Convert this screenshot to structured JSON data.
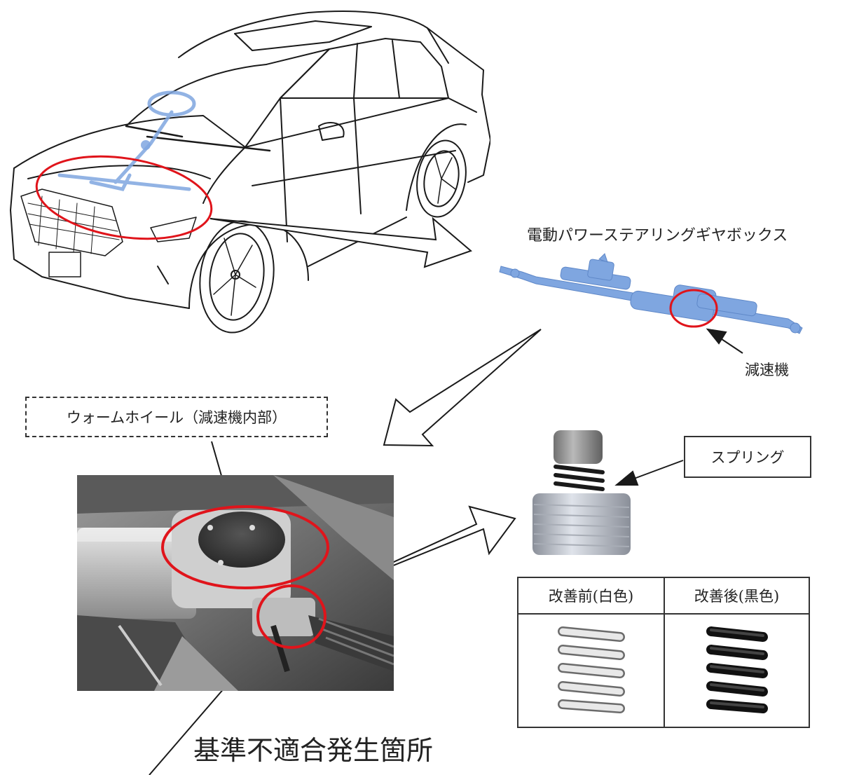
{
  "labels": {
    "eps_gearbox": "電動パワーステアリングギヤボックス",
    "reduction_gear": "減速機",
    "worm_wheel": "ウォームホイール（減速機内部）",
    "spring": "スプリング",
    "defect_location": "基準不適合発生箇所"
  },
  "comparison_table": {
    "headers": [
      "改善前(白色)",
      "改善後(黒色)"
    ]
  },
  "colors": {
    "highlight_red": "#e0141b",
    "part_blue": "#7fa6e0",
    "line": "#1a1a1a"
  }
}
